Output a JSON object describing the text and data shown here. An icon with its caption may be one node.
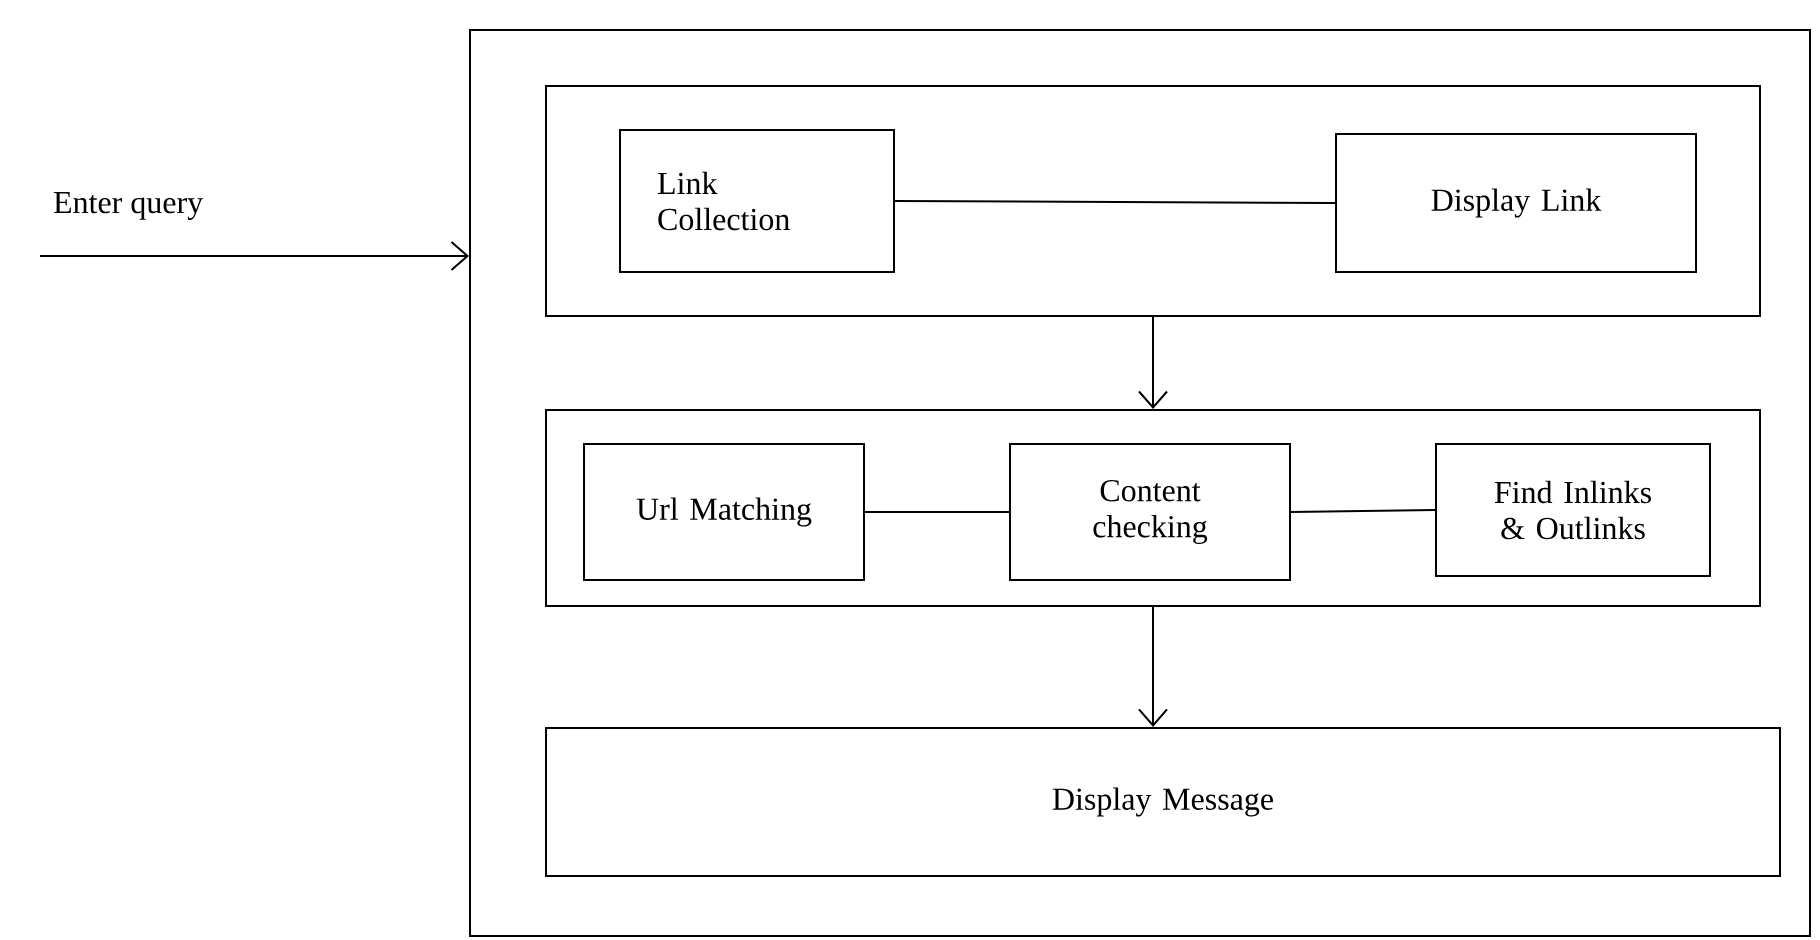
{
  "diagram": {
    "nodes": [
      {
        "text": [],
        "shape": "box"
      },
      {
        "text": [],
        "shape": "box",
        "in": 0
      },
      {
        "text": [
          "Link Collection"
        ],
        "in": 1
      },
      {
        "text": [
          "Display Link"
        ],
        "in": 1
      },
      {
        "text": [],
        "shape": "box",
        "in": 0
      },
      {
        "text": [
          "Url Matching"
        ],
        "in": 4
      },
      {
        "text": [
          "Content checking"
        ],
        "in": 4
      },
      {
        "text": [
          "Find Inlinks & Outlinks"
        ],
        "in": 4
      },
      {
        "text": [
          "Display Message"
        ],
        "in": 0
      }
    ],
    "edges": [
      {
        "from": null,
        "to": 0,
        "arrow": "to",
        "label": "Enter query"
      },
      {
        "from": 2,
        "to": 3,
        "arrow": "none"
      },
      {
        "from": 1,
        "to": 4,
        "arrow": "to"
      },
      {
        "from": 5,
        "to": 6,
        "arrow": "none"
      },
      {
        "from": 6,
        "to": 7,
        "arrow": "none"
      },
      {
        "from": 4,
        "to": 8,
        "arrow": "to"
      }
    ]
  }
}
